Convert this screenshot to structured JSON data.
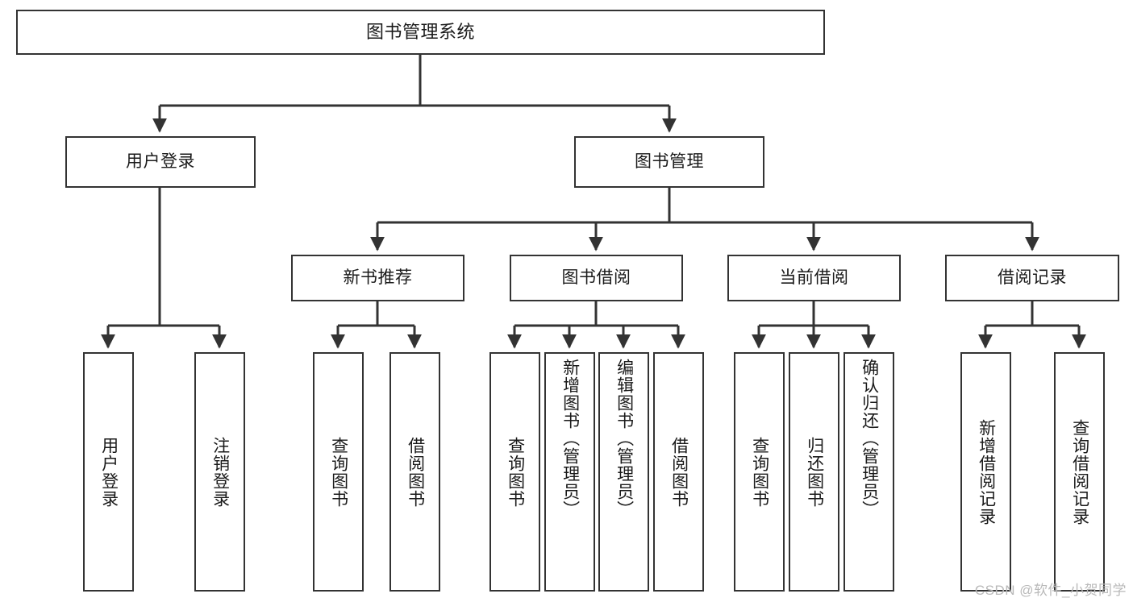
{
  "diagram": {
    "title": "图书管理系统",
    "type": "tree-hierarchy",
    "watermark": "CSDN @软件_小贺同学",
    "colors": {
      "box_border": "#333333",
      "box_fill": "#ffffff",
      "edge": "#333333",
      "text": "#1a1a1a",
      "watermark": "#b9b9b9"
    },
    "nodes": {
      "root": {
        "label": "图书管理系统"
      },
      "level2": [
        {
          "id": "user-login",
          "label": "用户登录"
        },
        {
          "id": "book-management",
          "label": "图书管理"
        }
      ],
      "level3": [
        {
          "id": "new-book-recommend",
          "label": "新书推荐"
        },
        {
          "id": "book-borrow",
          "label": "图书借阅"
        },
        {
          "id": "current-borrow",
          "label": "当前借阅"
        },
        {
          "id": "borrow-record",
          "label": "借阅记录"
        }
      ],
      "leaves": {
        "user_login": [
          {
            "id": "leaf-user-login",
            "label": "用户登录"
          },
          {
            "id": "leaf-logout-login",
            "label": "注销登录"
          }
        ],
        "new_book_recommend": [
          {
            "id": "leaf-query-book-1",
            "label": "查询图书"
          },
          {
            "id": "leaf-borrow-book-1",
            "label": "借阅图书"
          }
        ],
        "book_borrow": [
          {
            "id": "leaf-query-book-2",
            "label": "查询图书"
          },
          {
            "id": "leaf-add-book",
            "label": "新增图书（管理员）"
          },
          {
            "id": "leaf-edit-book",
            "label": "编辑图书（管理员）"
          },
          {
            "id": "leaf-borrow-book-2",
            "label": "借阅图书"
          }
        ],
        "current_borrow": [
          {
            "id": "leaf-query-book-3",
            "label": "查询图书"
          },
          {
            "id": "leaf-return-book",
            "label": "归还图书"
          },
          {
            "id": "leaf-confirm-return",
            "label": "确认归还（管理员）"
          }
        ],
        "borrow_record": [
          {
            "id": "leaf-add-record",
            "label": "新增借阅记录"
          },
          {
            "id": "leaf-query-record",
            "label": "查询借阅记录"
          }
        ]
      }
    }
  }
}
